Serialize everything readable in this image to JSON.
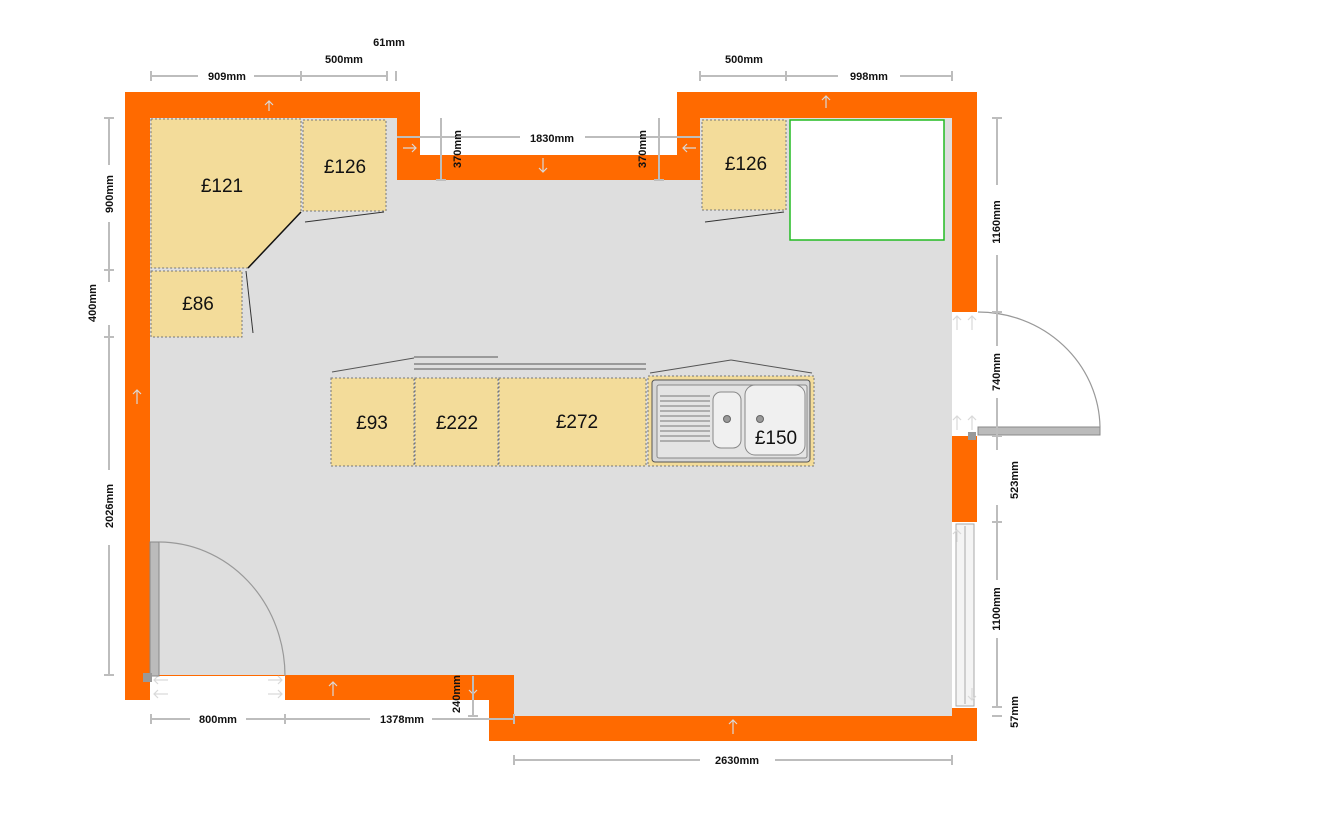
{
  "colors": {
    "wall": "#ff6a00",
    "floor": "#dedede",
    "cabinet": "#f3dc9a",
    "dimension_line": "#bdbdbd",
    "appliance_outline": "#22bb22"
  },
  "dimensions": {
    "top_left_width": "909mm",
    "top_left_unit_width": "500mm",
    "top_left_gap": "61mm",
    "top_right_unit_width": "500mm",
    "top_right_width": "998mm",
    "alcove_width": "1830mm",
    "alcove_depth_left": "370mm",
    "alcove_depth_right": "370mm",
    "left_upper": "900mm",
    "left_middle": "400mm",
    "left_lower": "2026mm",
    "right_upper": "1160mm",
    "right_door": "740mm",
    "right_middle": "523mm",
    "right_window": "1100mm",
    "right_bottom": "57mm",
    "bottom_door": "800mm",
    "bottom_left": "1378mm",
    "bottom_step": "240mm",
    "bottom_right": "2630mm"
  },
  "units": {
    "corner_unit": "£121",
    "top_left_unit": "£126",
    "top_right_unit": "£126",
    "left_unit": "£86",
    "island_unit_1": "£93",
    "island_unit_2": "£222",
    "island_unit_3": "£272",
    "sink_unit": "£150"
  }
}
